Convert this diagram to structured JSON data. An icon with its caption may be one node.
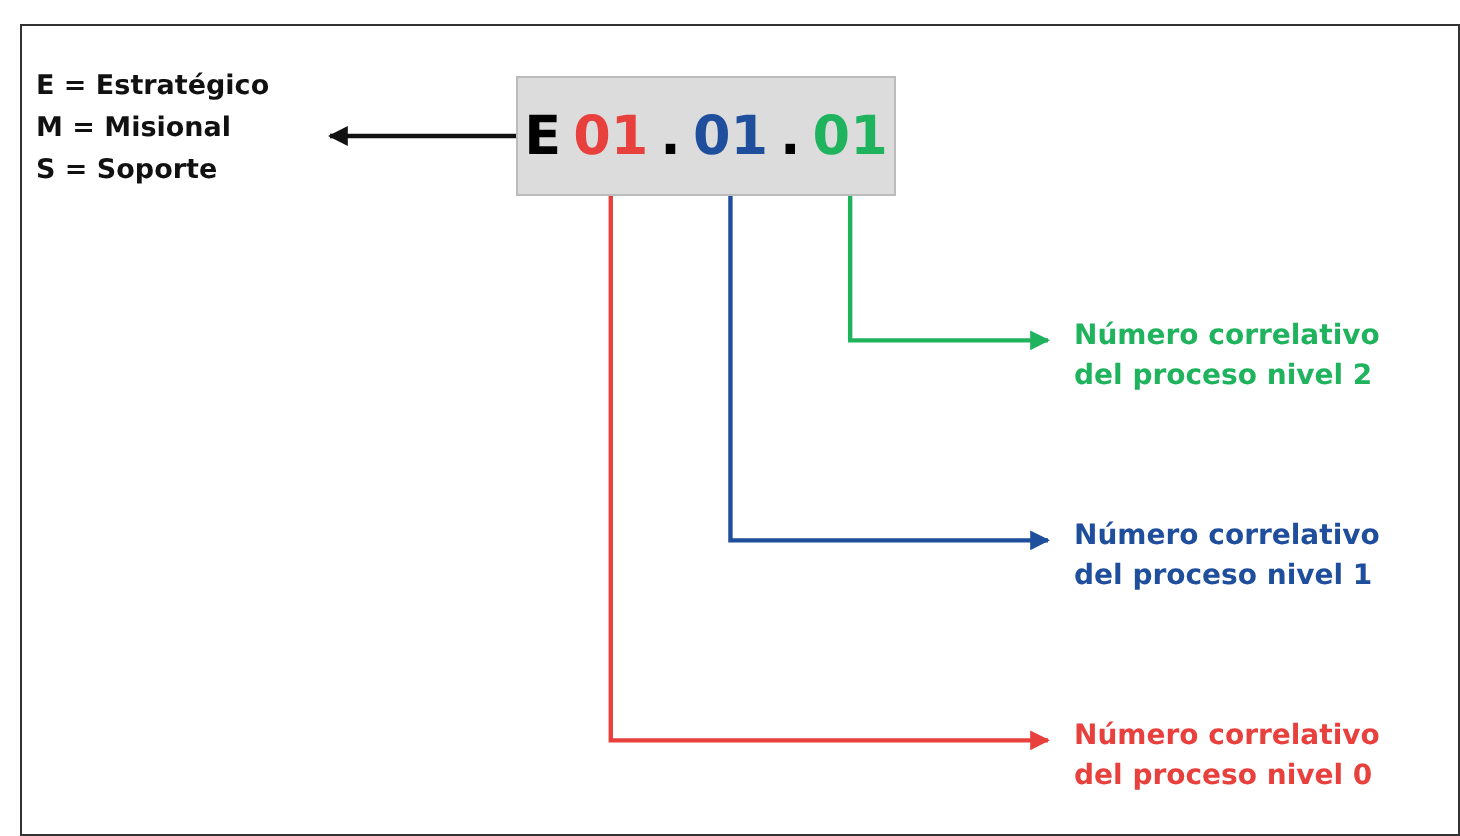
{
  "diagram": {
    "nodes": [
      {
        "text": [
          "E",
          ".",
          "."
        ]
      },
      {
        "text": [
          "01"
        ],
        "in": 0
      },
      {
        "text": [
          "01"
        ],
        "in": 0
      },
      {
        "text": [
          "01"
        ],
        "in": 0
      },
      {
        "text": [
          "E = Estratégico",
          "M = Misional",
          "S = Soporte"
        ]
      },
      {
        "text": [
          "Número correlativo del proceso nivel 2"
        ]
      },
      {
        "text": [
          "Número correlativo del proceso nivel 1"
        ]
      },
      {
        "text": [
          "Número correlativo del proceso nivel 0"
        ]
      }
    ],
    "edges": [
      {
        "from": 0,
        "to": 4,
        "arrow": "to"
      },
      {
        "from": 3,
        "to": 5,
        "arrow": "to",
        "color": "#1fb35e"
      },
      {
        "from": 2,
        "to": 6,
        "arrow": "to",
        "color": "#1f4e9c"
      },
      {
        "from": 1,
        "to": 7,
        "arrow": "to",
        "color": "#e8403d"
      }
    ]
  }
}
